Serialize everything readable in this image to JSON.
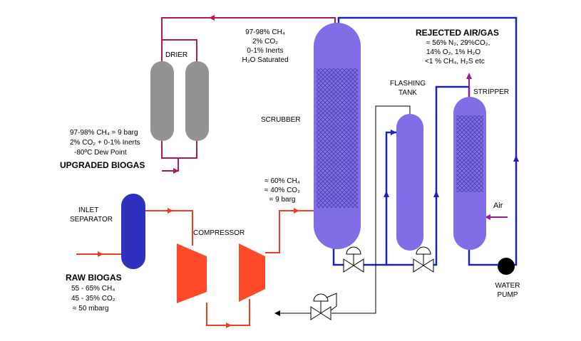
{
  "labels": {
    "drier": "DRIER",
    "scrubber": "SCRUBBER",
    "flashing_tank_line1": "FLASHING",
    "flashing_tank_line2": "TANK",
    "stripper": "STRIPPER",
    "inlet_separator_line1": "INLET",
    "inlet_separator_line2": "SEPARATOR",
    "compressor": "COMPRESSOR",
    "water_pump_line1": "WATER",
    "water_pump_line2": "PUMP",
    "air": "Air"
  },
  "scrubber_top_gas": {
    "line1": "97-98% CH₄",
    "line2": "2% CO₂",
    "line3": "0-1% Inerts",
    "line4": "H₂O Saturated"
  },
  "upgraded_biogas": {
    "line1": "97-98% CH₄ = 9 barg",
    "line2": "2% CO₂ + 0-1% Inerts",
    "line3": "-80ºC Dew Point",
    "title": "UPGRADED BIOGAS"
  },
  "rejected_air_gas": {
    "title": "REJECTED AIR/GAS",
    "line1": "≈ 56% N₂, 29%CO₂,",
    "line2": "14% O₂, 1% H₂O",
    "line3": "<1 % CH₄, H₂S etc"
  },
  "scrubber_inlet_gas": {
    "line1": "≈ 60% CH₄",
    "line2": "≈ 40% CO₂",
    "line3": "= 9 barg"
  },
  "raw_biogas": {
    "title": "RAW BIOGAS",
    "line1": "55 - 65% CH₄",
    "line2": "45 - 35% CO₂",
    "line3": "≈ 50 mbarg"
  },
  "colors": {
    "gas_line": "#b0185a",
    "water_line": "#1a23b8",
    "raw_gas_line": "#e8421c",
    "vessel": "#7f6ee6",
    "packing": "#4a3fa8",
    "drier": "#939393",
    "inlet_separator": "#3030c0",
    "compressor": "#ff4a2a",
    "air_line": "#9a1a9a"
  }
}
